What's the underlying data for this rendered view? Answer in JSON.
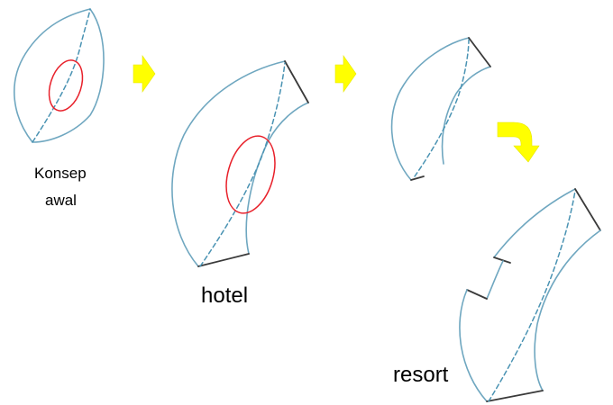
{
  "labels": {
    "concept_line1": "Konsep",
    "concept_line2": "awal",
    "hotel": "hotel",
    "resort": "resort"
  },
  "colors": {
    "outline": "#6fa7c0",
    "axis": "#4a93b3",
    "core_circle": "#e8202a",
    "arrow": "#ffff00",
    "edge_cap": "#3a3a3a"
  },
  "icons": {
    "step_arrow": "right-arrow-icon",
    "turn_arrow": "curved-down-arrow-icon"
  }
}
